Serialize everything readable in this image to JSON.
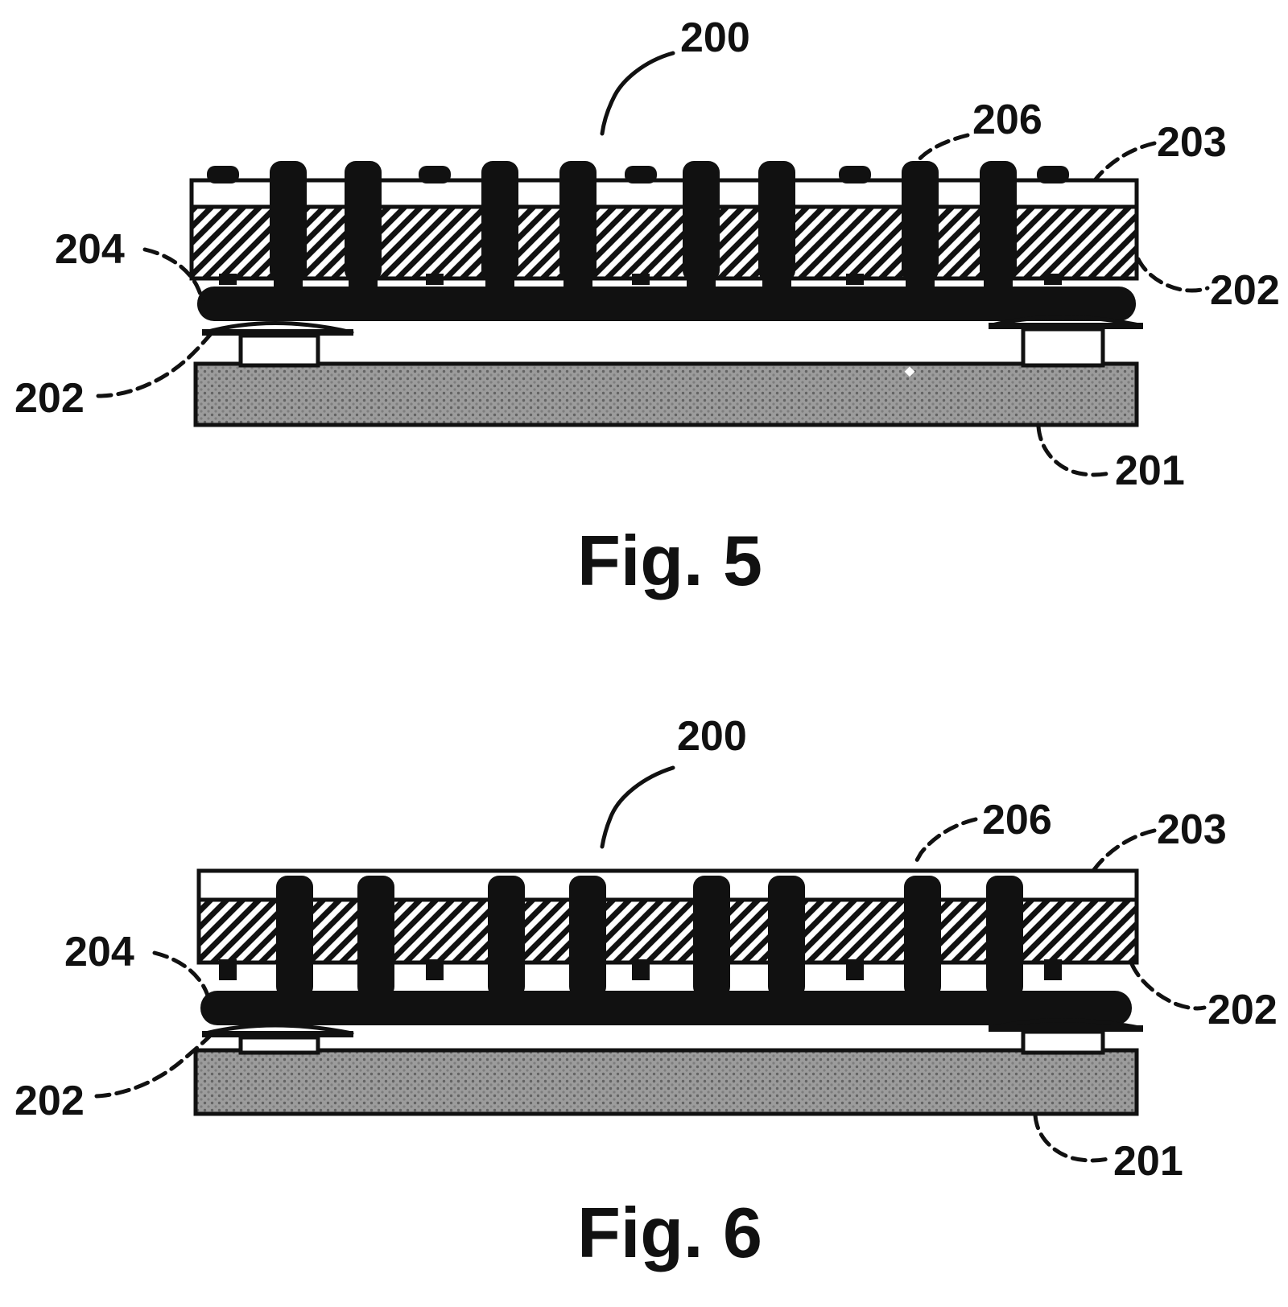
{
  "sheet": {
    "kind": "patent-figure-sheet",
    "background": "#ffffff",
    "ink": "#111111",
    "substrate_gray": "#9c9c9c",
    "substrate_dot": "#636363"
  },
  "fig5": {
    "caption": "Fig. 5",
    "labels": {
      "assembly": "200",
      "substrate": "201",
      "support_left": "202",
      "support_right": "202",
      "cover_layer": "203",
      "interconnect_layer": "204",
      "bump": "206"
    }
  },
  "fig6": {
    "caption": "Fig. 6",
    "labels": {
      "assembly": "200",
      "substrate": "201",
      "support_left": "202",
      "support_right": "202",
      "cover_layer": "203",
      "interconnect_layer": "204",
      "bump": "206"
    }
  }
}
